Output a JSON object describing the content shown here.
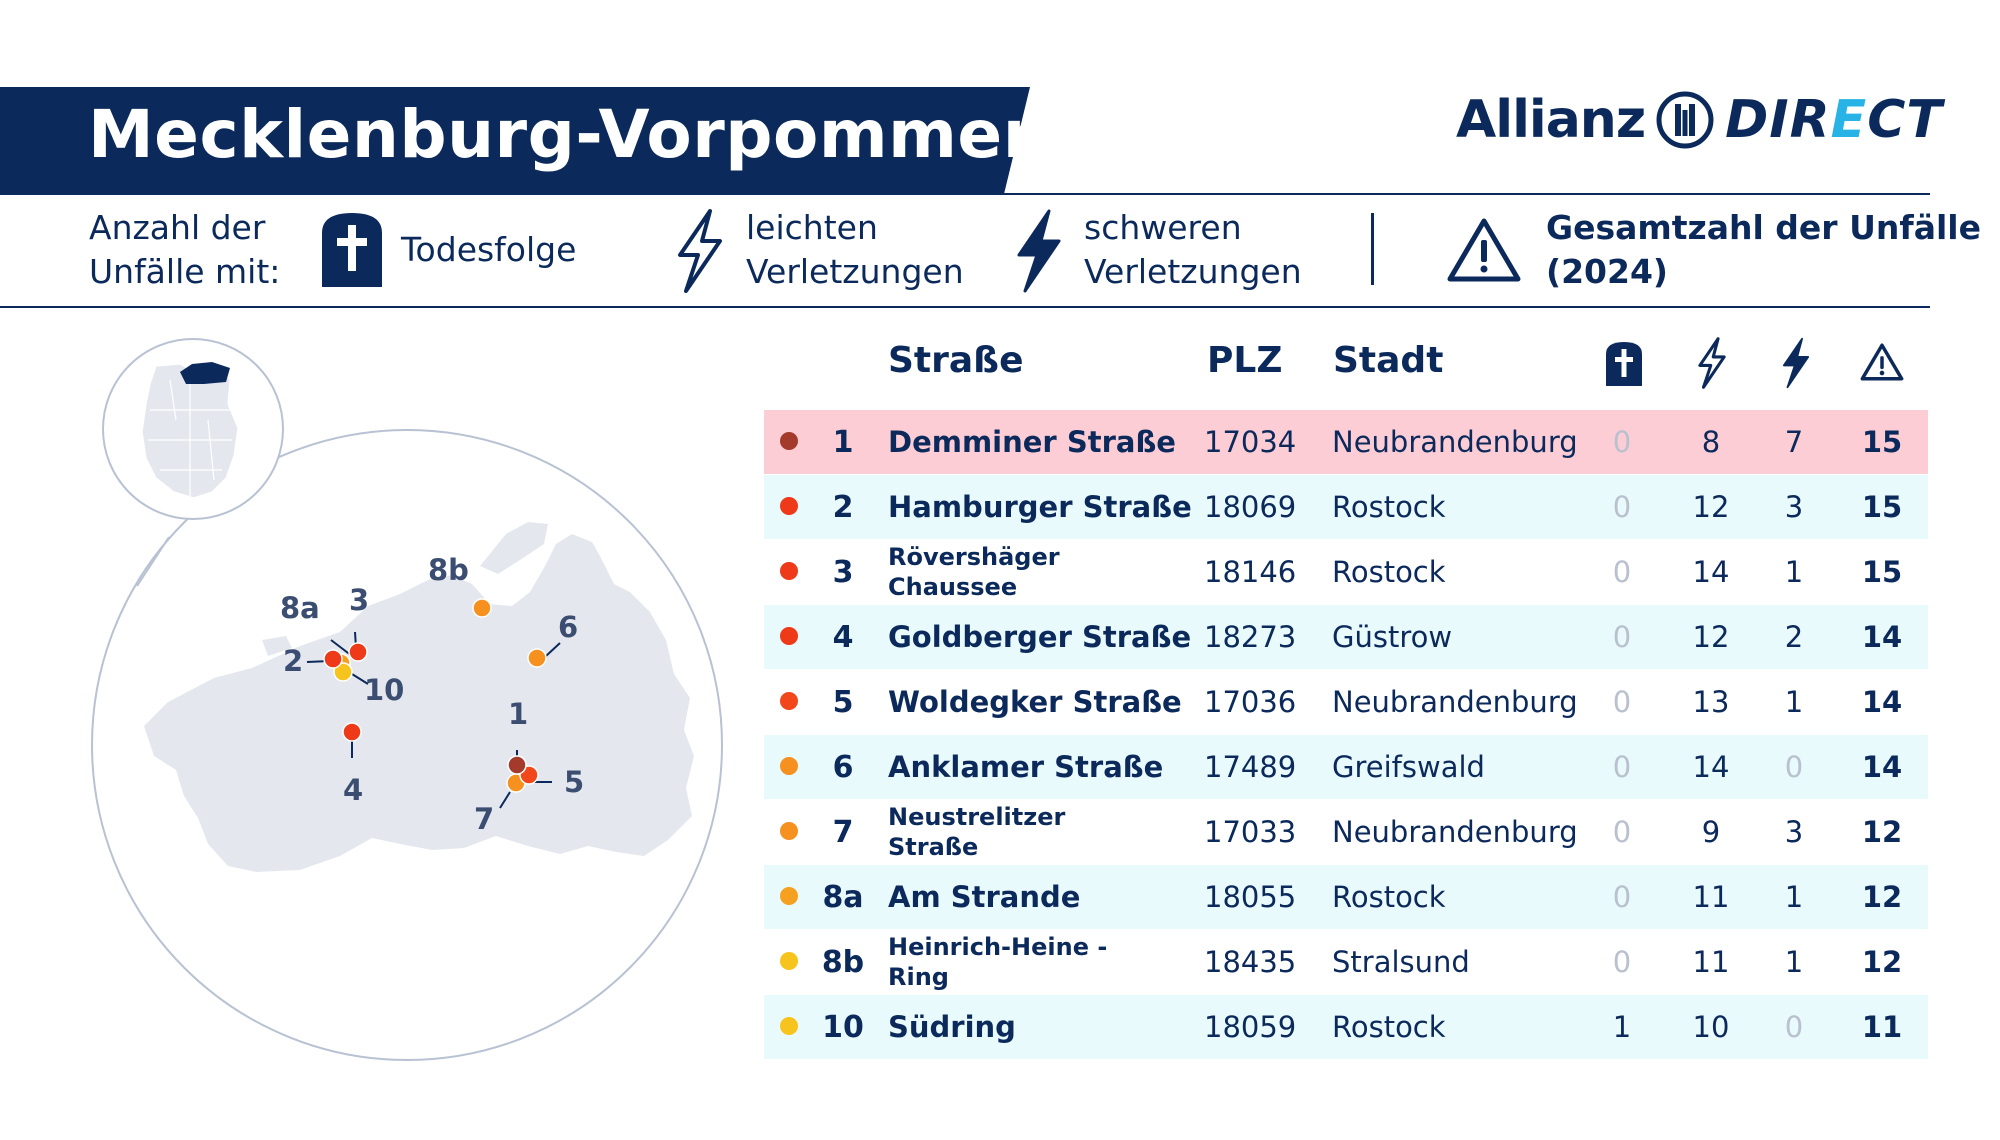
{
  "header": {
    "title": "Mecklenburg-Vorpommern"
  },
  "logo": {
    "brand": "Allianz",
    "product_prefix": "DIR",
    "product_e": "E",
    "product_suffix": "CT"
  },
  "legend": {
    "intro_line1": "Anzahl der",
    "intro_line2": "Unfälle mit:",
    "fatal": "Todesfolge",
    "light_line1": "leichten",
    "light_line2": "Verletzungen",
    "severe_line1": "schweren",
    "severe_line2": "Verletzungen",
    "total_line1": "Gesamtzahl der Unfälle",
    "total_line2": "(2024)"
  },
  "table": {
    "headers": {
      "street": "Straße",
      "plz": "PLZ",
      "city": "Stadt"
    },
    "rows": [
      {
        "rank": "1",
        "street": "Demminer Straße",
        "plz": "17034",
        "city": "Neubrandenburg",
        "fatal": "0",
        "light": "8",
        "severe": "7",
        "total": "15",
        "dot": "#a33a2c",
        "bg": "#fdcdd6"
      },
      {
        "rank": "2",
        "street": "Hamburger Straße",
        "plz": "18069",
        "city": "Rostock",
        "fatal": "0",
        "light": "12",
        "severe": "3",
        "total": "15",
        "dot": "#ee3a18",
        "bg": "#e9fafd"
      },
      {
        "rank": "3",
        "street": "Rövershäger Chaussee",
        "plz": "18146",
        "city": "Rostock",
        "fatal": "0",
        "light": "14",
        "severe": "1",
        "total": "15",
        "dot": "#ee3a18",
        "bg": "#ffffff"
      },
      {
        "rank": "4",
        "street": "Goldberger Straße",
        "plz": "18273",
        "city": "Güstrow",
        "fatal": "0",
        "light": "12",
        "severe": "2",
        "total": "14",
        "dot": "#ee3a18",
        "bg": "#e9fafd"
      },
      {
        "rank": "5",
        "street": "Woldegker Straße",
        "plz": "17036",
        "city": "Neubrandenburg",
        "fatal": "0",
        "light": "13",
        "severe": "1",
        "total": "14",
        "dot": "#f2471a",
        "bg": "#ffffff"
      },
      {
        "rank": "6",
        "street": "Anklamer Straße",
        "plz": "17489",
        "city": "Greifswald",
        "fatal": "0",
        "light": "14",
        "severe": "0",
        "total": "14",
        "dot": "#f6901f",
        "bg": "#e9fafd"
      },
      {
        "rank": "7",
        "street": "Neustrelitzer Straße",
        "plz": "17033",
        "city": "Neubrandenburg",
        "fatal": "0",
        "light": "9",
        "severe": "3",
        "total": "12",
        "dot": "#f6901f",
        "bg": "#ffffff"
      },
      {
        "rank": "8a",
        "street": "Am Strande",
        "plz": "18055",
        "city": "Rostock",
        "fatal": "0",
        "light": "11",
        "severe": "1",
        "total": "12",
        "dot": "#f6a01f",
        "bg": "#e9fafd"
      },
      {
        "rank": "8b",
        "street": "Heinrich-Heine -Ring",
        "plz": "18435",
        "city": "Stralsund",
        "fatal": "0",
        "light": "11",
        "severe": "1",
        "total": "12",
        "dot": "#f7c41d",
        "bg": "#ffffff"
      },
      {
        "rank": "10",
        "street": "Südring",
        "plz": "18059",
        "city": "Rostock",
        "fatal": "1",
        "light": "10",
        "severe": "0",
        "total": "11",
        "dot": "#f7c41d",
        "bg": "#e9fafd"
      }
    ]
  },
  "map": {
    "labels": {
      "l1": "1",
      "l2": "2",
      "l3": "3",
      "l4": "4",
      "l5": "5",
      "l6": "6",
      "l7": "7",
      "l8a": "8a",
      "l8b": "8b",
      "l10": "10"
    }
  },
  "colors": {
    "navy": "#0b2a5b",
    "accent_blue": "#27b3e6",
    "map_fill": "#e4e8ee"
  }
}
